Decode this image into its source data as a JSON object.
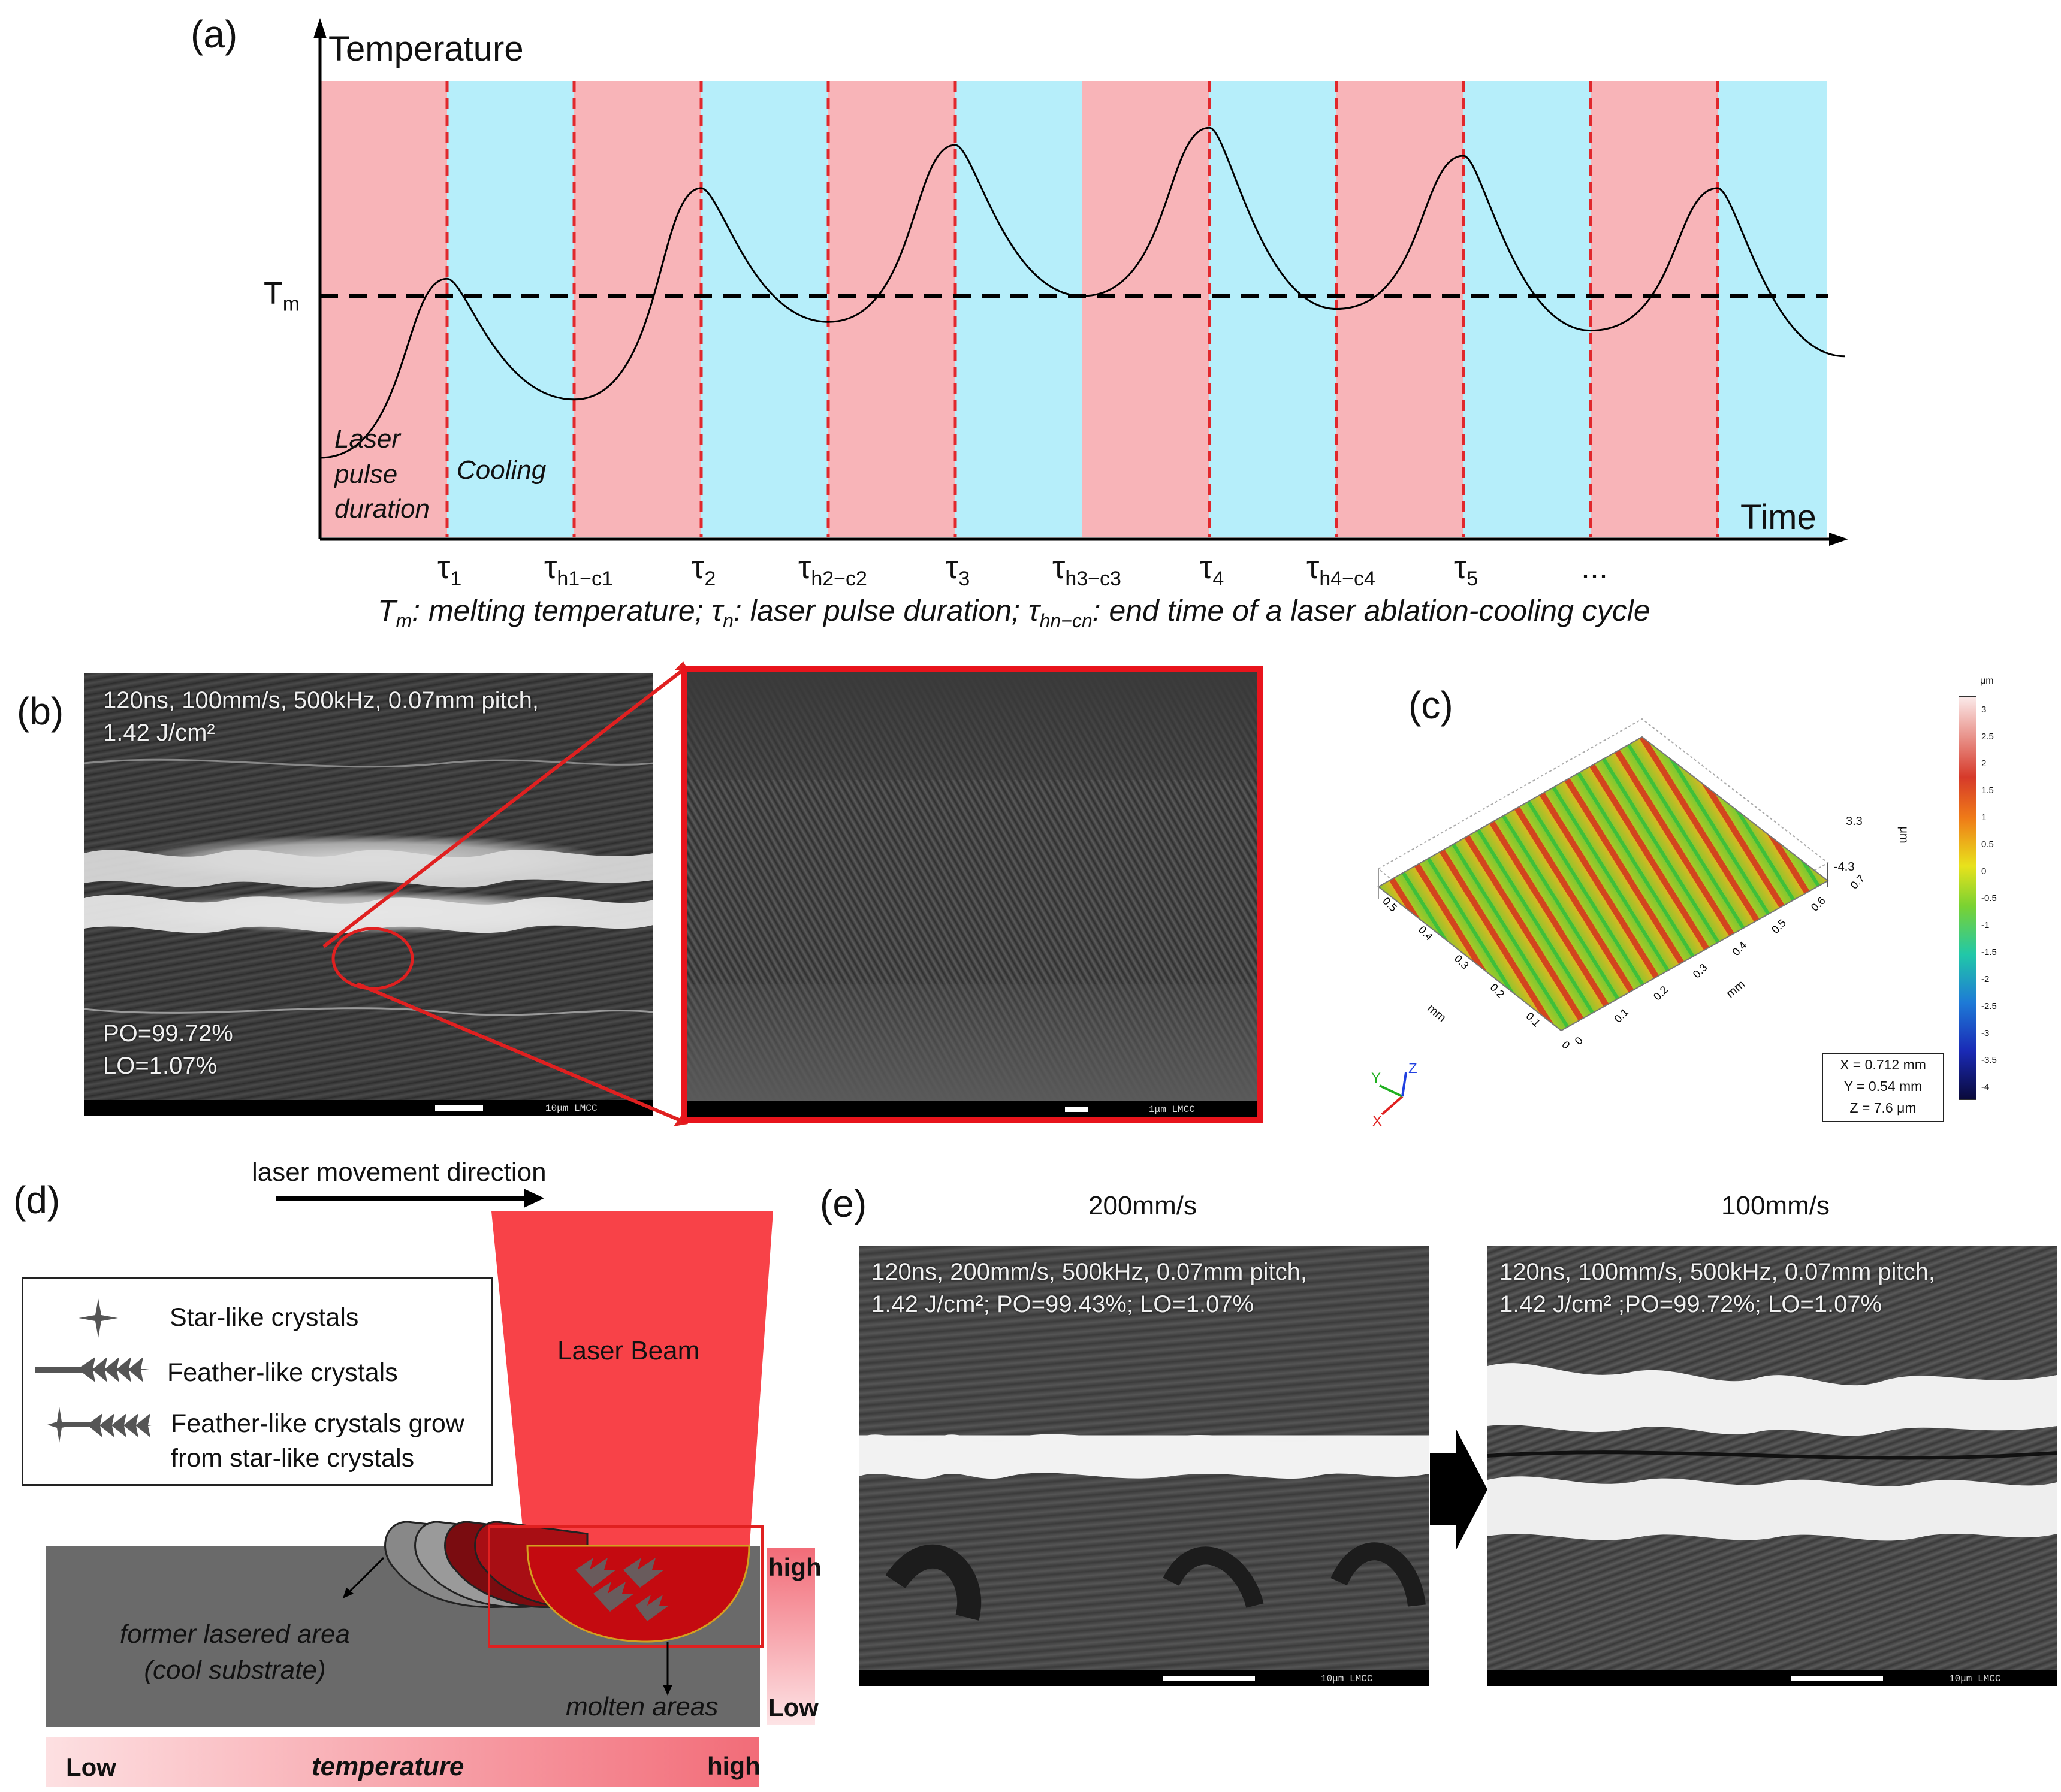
{
  "panel_a": {
    "label": "(a)",
    "y_axis_title": "Temperature",
    "x_axis_title": "Time",
    "tm_label": "T",
    "tm_sub": "m",
    "phase_heating_label": [
      "Laser",
      "pulse",
      "duration"
    ],
    "phase_cooling_label": "Cooling",
    "tau_labels": [
      {
        "main": "τ",
        "sub": "1"
      },
      {
        "main": "τ",
        "sub": "h1−c1"
      },
      {
        "main": "τ",
        "sub": "2"
      },
      {
        "main": "τ",
        "sub": "h2−c2"
      },
      {
        "main": "τ",
        "sub": "3"
      },
      {
        "main": "τ",
        "sub": "h3−c3"
      },
      {
        "main": "τ",
        "sub": "4"
      },
      {
        "main": "τ",
        "sub": "h4−c4"
      },
      {
        "main": "τ",
        "sub": "5"
      },
      {
        "main": "...",
        "sub": ""
      }
    ],
    "caption": {
      "p1": "T",
      "p1s": "m",
      "p2": ": melting temperature; τ",
      "p2s": "n",
      "p3": ": laser pulse duration; τ",
      "p3s": "hn−cn",
      "p4": ": end time of a laser ablation-cooling cycle"
    },
    "colors": {
      "heating": "#f8b4b8",
      "cooling": "#b6eefa",
      "dashed_red": "#e0282c"
    }
  },
  "chart_data": {
    "type": "line",
    "title": "",
    "xlabel": "Time",
    "ylabel": "Temperature",
    "note": "schematic temperature profile over alternating laser heating and cooling intervals",
    "series": [
      {
        "values": [
          -0.75,
          0.08,
          -0.48,
          0.5,
          -0.12,
          0.7,
          0.0,
          0.78,
          -0.06,
          0.65,
          -0.16,
          0.5,
          -0.28
        ]
      }
    ],
    "reference_line": {
      "label": "Tm",
      "value": 0
    }
  },
  "panel_b": {
    "label": "(b)",
    "caption_lines": [
      "120ns, 100mm/s, 500kHz, 0.07mm pitch,",
      "1.42 J/cm²"
    ],
    "stats_lines": [
      "PO=99.72%",
      "LO=1.07%"
    ],
    "scale_text": "10μm  LMCC",
    "zoom_scale_text": "1μm  LMCC"
  },
  "panel_c": {
    "label": "(c)",
    "colorbar_unit": "μm",
    "colorbar_ticks": [
      "3",
      "2.5",
      "2",
      "1.5",
      "1",
      "0.5",
      "0",
      "-0.5",
      "-1",
      "-1.5",
      "-2",
      "-2.5",
      "-3",
      "-3.5",
      "-4"
    ],
    "z_ticks": [
      "3.3",
      "-4.3"
    ],
    "z_unit": "μm",
    "axis_unit": "mm",
    "x_ticks": [
      "0",
      "0.1",
      "0.2",
      "0.3",
      "0.4",
      "0.5",
      "0.6",
      "0.7"
    ],
    "y_ticks": [
      "0.5",
      "0.4",
      "0.3",
      "0.2",
      "0.1",
      "0"
    ],
    "dims": [
      "X = 0.712 mm",
      "Y = 0.54 mm",
      "Z = 7.6 μm"
    ],
    "axis_letters": [
      "X",
      "Y",
      "Z"
    ]
  },
  "panel_d": {
    "label": "(d)",
    "direction_text": "laser movement direction",
    "legend": [
      {
        "icon": "star-crystal-icon",
        "text": "Star-like crystals"
      },
      {
        "icon": "feather-crystal-icon",
        "text": "Feather-like crystals"
      },
      {
        "icon": "feather-star-crystal-icon",
        "text": "Feather-like crystals grow",
        "text2": "from star-like crystals"
      }
    ],
    "beam_label": "Laser Beam",
    "former_area": [
      "former lasered area",
      "(cool substrate)"
    ],
    "molten_label": "molten areas",
    "vertical_high": "high",
    "vertical_low": "Low",
    "bar_low": "Low",
    "bar_title": "temperature",
    "bar_high": "high"
  },
  "panel_e": {
    "label": "(e)",
    "left_title": "200mm/s",
    "right_title": "100mm/s",
    "left_caption": [
      "120ns, 200mm/s, 500kHz, 0.07mm pitch,",
      "1.42 J/cm²; PO=99.43%; LO=1.07%"
    ],
    "right_caption": [
      "120ns, 100mm/s, 500kHz, 0.07mm pitch,",
      "1.42 J/cm² ;PO=99.72%; LO=1.07%"
    ],
    "scale_text": "10μm  LMCC"
  }
}
